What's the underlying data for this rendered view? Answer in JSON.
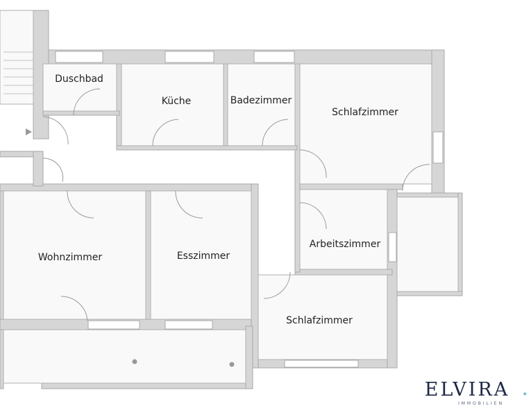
{
  "rooms": {
    "duschbad": "Duschbad",
    "kueche": "Küche",
    "badezimmer": "Badezimmer",
    "schlafzimmer_1": "Schlafzimmer",
    "arbeitszimmer": "Arbeitszimmer",
    "wohnzimmer": "Wohnzimmer",
    "esszimmer": "Esszimmer",
    "schlafzimmer_2": "Schlafzimmer"
  },
  "logo": {
    "name": "ELVIRA",
    "subtitle": "IMMOBILIEN"
  },
  "colors": {
    "wall": "#d6d6d6",
    "wall_outline": "#a8a8a8",
    "room": "#f8f8f8",
    "brand": "#1d2747"
  }
}
